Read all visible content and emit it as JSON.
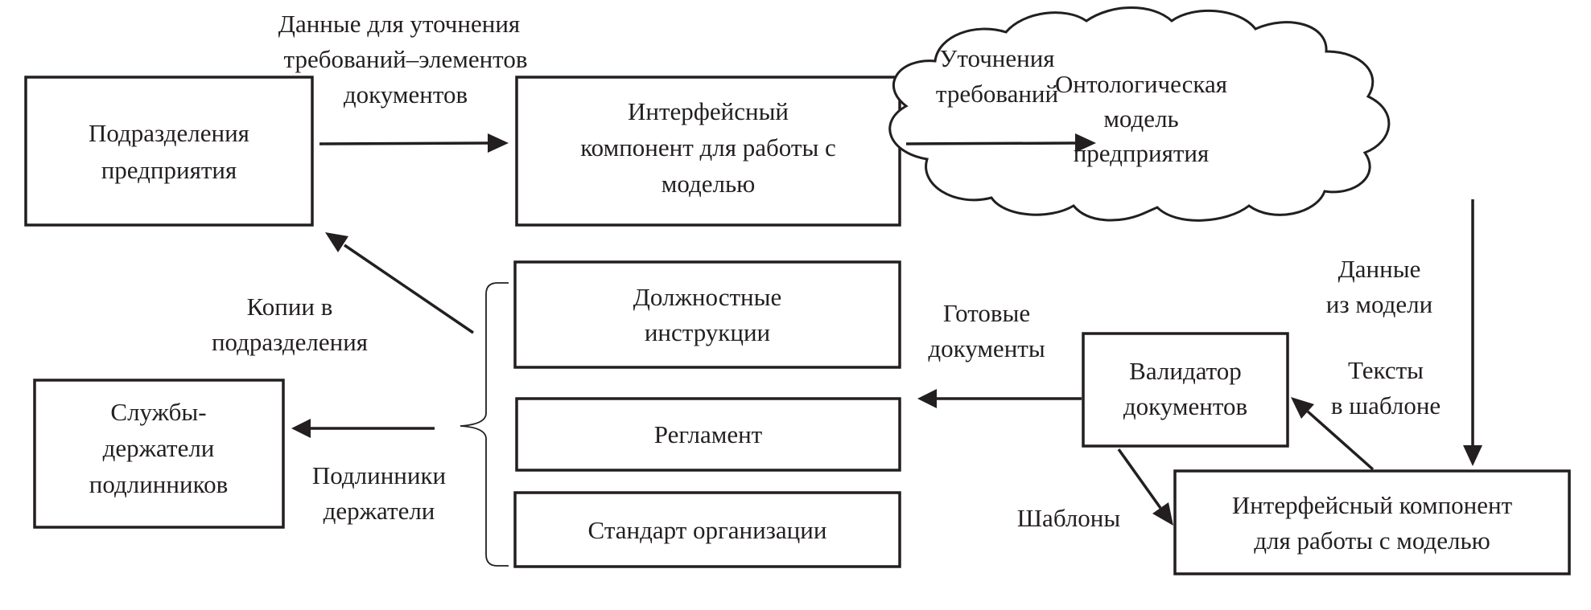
{
  "nodes": {
    "divisions": [
      "Подразделения",
      "предприятия"
    ],
    "interface_top": [
      "Интерфейсный",
      "компонент для работы с",
      "моделью"
    ],
    "ontology": [
      "Онтологическая",
      "модель",
      "предприятия"
    ],
    "job_instructions": [
      "Должностные",
      "инструкции"
    ],
    "regulation": [
      "Регламент"
    ],
    "org_standard": [
      "Стандарт организации"
    ],
    "holders": [
      "Службы-",
      "держатели",
      "подлинников"
    ],
    "validator": [
      "Валидатор",
      "документов"
    ],
    "interface_bottom": [
      "Интерфейсный компонент",
      "для работы с моделью"
    ]
  },
  "edges": {
    "divisions_to_interface": [
      "Данные для уточнения",
      "требований–элементов",
      "документов"
    ],
    "interface_to_ontology": [
      "Уточнения",
      "требований"
    ],
    "ontology_to_interface_bottom": [
      "Данные",
      "из модели"
    ],
    "interface_bottom_to_validator": [
      "Тексты",
      "в шаблоне"
    ],
    "validator_to_interface_bottom": [
      "Шаблоны"
    ],
    "validator_to_documents": [
      "Готовые",
      "документы"
    ],
    "documents_to_divisions": [
      "Копии в",
      "подразделения"
    ],
    "documents_to_holders": [
      "Подлинники",
      "держатели"
    ]
  },
  "colors": {
    "ink": "#231f20",
    "background": "#ffffff"
  }
}
